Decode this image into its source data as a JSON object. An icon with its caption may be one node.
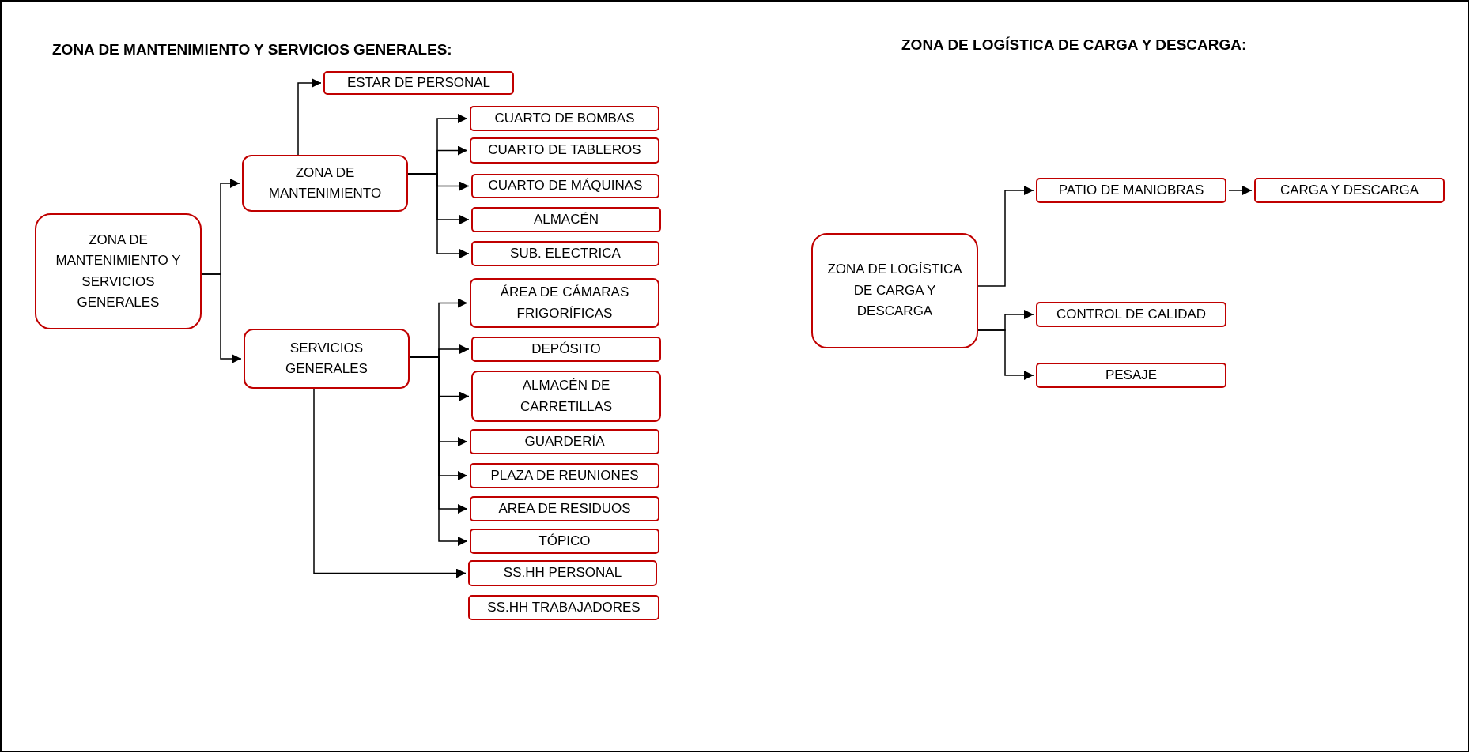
{
  "diagram": {
    "nodes": [
      {
        "text": [
          "ZONA DE MANTENIMIENTO Y SERVICIOS GENERALES"
        ]
      },
      {
        "text": [
          "ZONA DE MANTENIMIENTO"
        ]
      },
      {
        "text": [
          "ESTAR DE PERSONAL"
        ]
      },
      {
        "text": [
          "CUARTO DE BOMBAS"
        ]
      },
      {
        "text": [
          "CUARTO DE TABLEROS"
        ]
      },
      {
        "text": [
          "CUARTO DE MÁQUINAS"
        ]
      },
      {
        "text": [
          "ALMACÉN"
        ]
      },
      {
        "text": [
          "SUB. ELECTRICA"
        ]
      },
      {
        "text": [
          "SERVICIOS GENERALES"
        ]
      },
      {
        "text": [
          "ÁREA DE CÁMARAS FRIGORÍFICAS"
        ]
      },
      {
        "text": [
          "DEPÓSITO"
        ]
      },
      {
        "text": [
          "ALMACÉN DE CARRETILLAS"
        ]
      },
      {
        "text": [
          "GUARDERÍA"
        ]
      },
      {
        "text": [
          "PLAZA DE REUNIONES"
        ]
      },
      {
        "text": [
          "AREA DE RESIDUOS"
        ]
      },
      {
        "text": [
          "TÓPICO"
        ]
      },
      {
        "text": [
          "SS.HH PERSONAL"
        ]
      },
      {
        "text": [
          "SS.HH TRABAJADORES"
        ]
      },
      {
        "text": [
          "ZONA DE LOGÍSTICA DE CARGA Y DESCARGA"
        ]
      },
      {
        "text": [
          "PATIO DE MANIOBRAS"
        ]
      },
      {
        "text": [
          "CARGA Y DESCARGA"
        ]
      },
      {
        "text": [
          "CONTROL DE CALIDAD"
        ]
      },
      {
        "text": [
          "PESAJE"
        ]
      }
    ],
    "edges": [
      {
        "from": 0,
        "to": 1,
        "arrow": "to"
      },
      {
        "from": 0,
        "to": 8,
        "arrow": "to"
      },
      {
        "from": 1,
        "to": 2,
        "arrow": "to"
      },
      {
        "from": 1,
        "to": 3,
        "arrow": "to"
      },
      {
        "from": 1,
        "to": 4,
        "arrow": "to"
      },
      {
        "from": 1,
        "to": 5,
        "arrow": "to"
      },
      {
        "from": 1,
        "to": 6,
        "arrow": "to"
      },
      {
        "from": 1,
        "to": 7,
        "arrow": "to"
      },
      {
        "from": 8,
        "to": 9,
        "arrow": "to"
      },
      {
        "from": 8,
        "to": 10,
        "arrow": "to"
      },
      {
        "from": 8,
        "to": 11,
        "arrow": "to"
      },
      {
        "from": 8,
        "to": 12,
        "arrow": "to"
      },
      {
        "from": 8,
        "to": 13,
        "arrow": "to"
      },
      {
        "from": 8,
        "to": 14,
        "arrow": "to"
      },
      {
        "from": 8,
        "to": 15,
        "arrow": "to"
      },
      {
        "from": 8,
        "to": 16,
        "arrow": "to"
      },
      {
        "from": 18,
        "to": 19,
        "arrow": "to"
      },
      {
        "from": 19,
        "to": 20,
        "arrow": "to"
      },
      {
        "from": 18,
        "to": 21,
        "arrow": "to"
      },
      {
        "from": 18,
        "to": 22,
        "arrow": "to"
      }
    ],
    "labels": [
      "ZONA DE MANTENIMIENTO Y SERVICIOS GENERALES:",
      "ZONA DE LOGÍSTICA DE CARGA Y DESCARGA:"
    ]
  }
}
